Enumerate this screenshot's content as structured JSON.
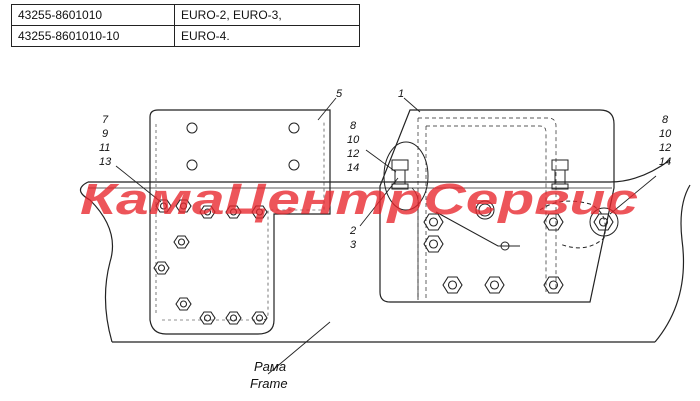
{
  "spec_table": {
    "rows": [
      {
        "code": "43255-8601010",
        "euro": "EURO-2, EURO-3,"
      },
      {
        "code": "43255-8601010-10",
        "euro": "EURO-4."
      }
    ]
  },
  "callouts": {
    "left_group": [
      "7",
      "9",
      "11",
      "13"
    ],
    "plate_5": "5",
    "bracket_1": "1",
    "center_group": [
      "8",
      "10",
      "12",
      "14"
    ],
    "lower_group": [
      "2",
      "3"
    ],
    "right_group": [
      "8",
      "10",
      "12",
      "14"
    ]
  },
  "frame_caption": {
    "ru": "Рама",
    "en": "Frame"
  },
  "watermark": "КамаЦентрСервис",
  "colors": {
    "line": "#222222",
    "watermark": "#e8262d"
  }
}
